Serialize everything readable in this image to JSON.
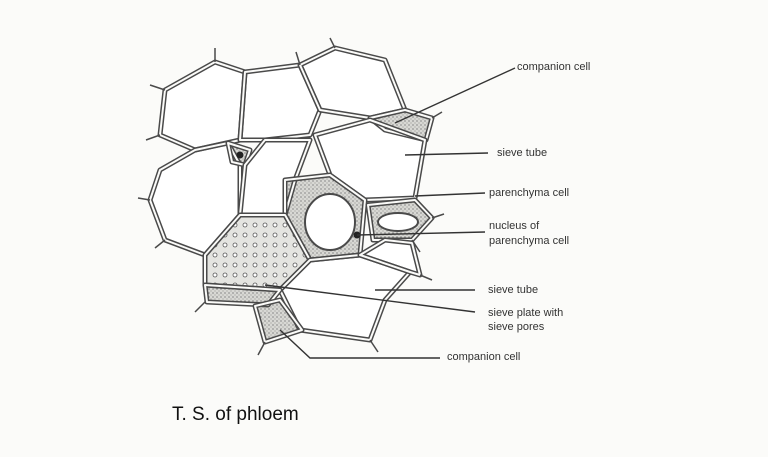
{
  "labels": {
    "companion_cell_top": "companion cell",
    "sieve_tube_top": "sieve tube",
    "parenchyma_cell": "parenchyma cell",
    "nucleus_line1": "nucleus of",
    "nucleus_line2": "parenchyma cell",
    "sieve_tube_bottom": "sieve tube",
    "sieve_plate_line1": "sieve plate with",
    "sieve_plate_line2": "sieve pores",
    "companion_cell_bottom": "companion cell"
  },
  "caption": "T. S. of phloem"
}
